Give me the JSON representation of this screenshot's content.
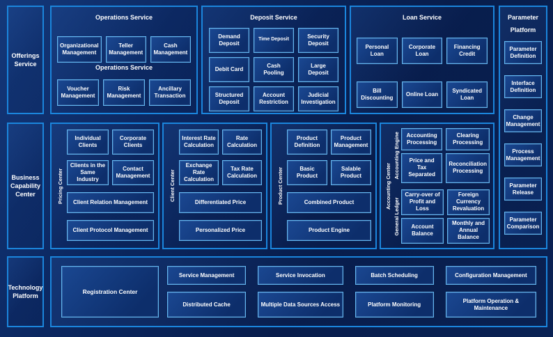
{
  "sections": {
    "offerings_label": "Offerings Service",
    "business_label": "Business Capability Center",
    "technology_label": "Technology Platform"
  },
  "operations": {
    "title": "Operations Service",
    "mid_label": "Operations Service",
    "boxes_row1": [
      "Organizational Management",
      "Teller Management",
      "Cash Management"
    ],
    "boxes_row2": [
      "Voucher Management",
      "Risk Management",
      "Ancillary Transaction"
    ]
  },
  "deposit": {
    "title": "Deposit Service",
    "boxes": [
      "Demand Deposit",
      "Time Deposit",
      "Security Deposit",
      "Debit Card",
      "Cash Pooling",
      "Large Deposit",
      "Structured Deposit",
      "Account Restriction",
      "Judicial Investigation"
    ]
  },
  "loan": {
    "title": "Loan Service",
    "boxes": [
      "Personal Loan",
      "Corporate Loan",
      "Financing Credit",
      "Bill Discounting",
      "Online Loan",
      "Syndicated Loan"
    ]
  },
  "parameter_platform": {
    "title_line1": "Parameter",
    "title_line2": "Platform",
    "boxes": [
      "Parameter Definition",
      "Interface Definition",
      "Change Management",
      "Process Management",
      "Parameter Release",
      "Parameter Comparison"
    ]
  },
  "pricing_center": {
    "label": "Pricing Center",
    "small_boxes": [
      "Individual Clients",
      "Corporate Clients",
      "Clients in the Same Industry",
      "Contact Management"
    ],
    "wide_boxes": [
      "Client Relation Management",
      "Client Protocol Management"
    ]
  },
  "client_center": {
    "label": "Client Center",
    "small_boxes": [
      "Interest Rate Calculation",
      "Rate Calculation",
      "Exchange Rate Calculation",
      "Tax Rate Calculation"
    ],
    "wide_boxes": [
      "Differentiated Price",
      "Personalized Price"
    ]
  },
  "product_center": {
    "label": "Product Center",
    "small_boxes": [
      "Product Definition",
      "Product Management",
      "Basic Product",
      "Salable Product"
    ],
    "wide_boxes": [
      "Combined Product",
      "Product Engine"
    ]
  },
  "accounting_center": {
    "label": "Accounting Center",
    "engine_label": "Accounting Engine",
    "engine_boxes": [
      "Accounting Processing",
      "Clearing Processing",
      "Price and Tax Separated",
      "Reconciliation Processing"
    ],
    "ledger_label": "General Ledger",
    "ledger_boxes": [
      "Carry-over of Profit and Loss",
      "Foreign Currency Revaluation",
      "Account Balance",
      "Monthly and Annual Balance"
    ]
  },
  "technology": {
    "registration": "Registration Center",
    "row1": [
      "Service Management",
      "Service Invocation",
      "Batch Scheduling",
      "Configuration Management"
    ],
    "row2": [
      "Distributed Cache",
      "Multiple Data Sources Access",
      "Platform Monitoring",
      "Platform Operation & Maintenance"
    ]
  },
  "colors": {
    "background": "#0a2254",
    "container_border": "#1b86dd",
    "box_border": "#63b8f2",
    "box_fill": "#123a7c",
    "text": "#ffffff"
  }
}
